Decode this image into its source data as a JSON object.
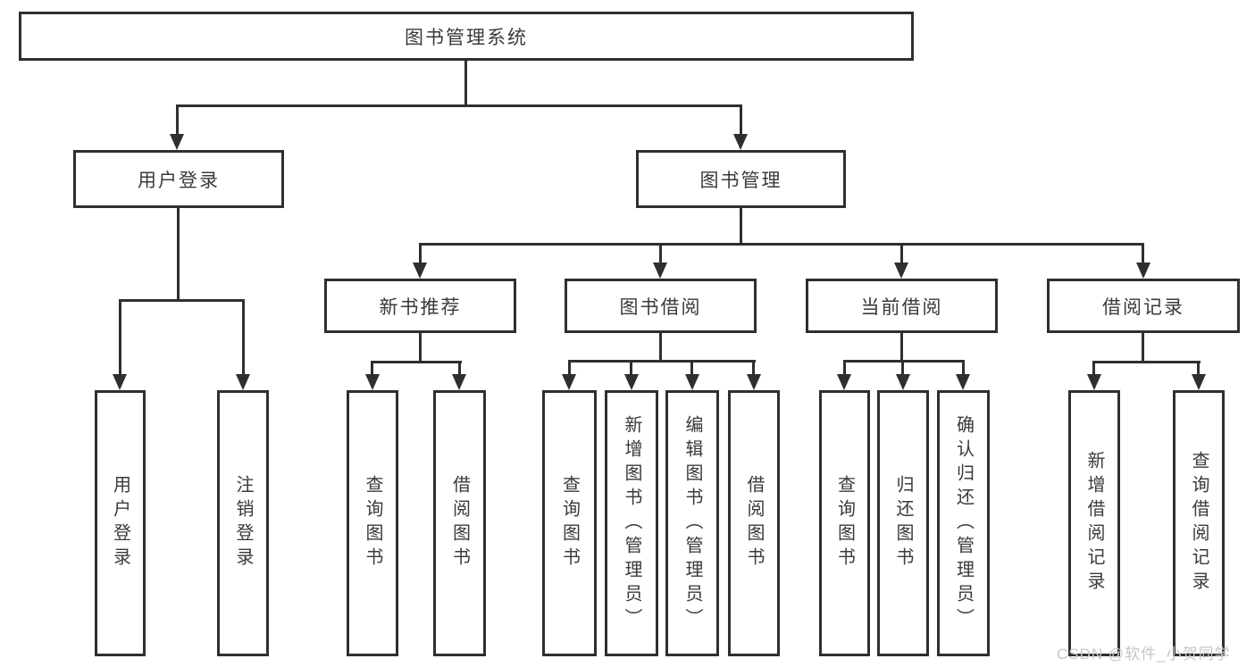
{
  "diagram": {
    "colors": {
      "line": "#2f2f2f",
      "text": "#3a3a3a",
      "watermark": "#c6c6c6",
      "bg": "#ffffff"
    },
    "root": {
      "label": "图书管理系统"
    },
    "branches": {
      "user_login": {
        "label": "用户登录",
        "children": {
          "user_login_action": {
            "label": "用户登录"
          },
          "logout": {
            "label": "注销登录"
          }
        }
      },
      "book_management": {
        "label": "图书管理",
        "children": {
          "new_book_recommend": {
            "label": "新书推荐",
            "children": {
              "query_book": {
                "label": "查询图书"
              },
              "borrow_book": {
                "label": "借阅图书"
              }
            }
          },
          "book_borrow": {
            "label": "图书借阅",
            "children": {
              "query_book": {
                "label": "查询图书"
              },
              "add_book_admin": {
                "label": "新增图书（管理员）"
              },
              "edit_book_admin": {
                "label": "编辑图书（管理员）"
              },
              "borrow_book": {
                "label": "借阅图书"
              }
            }
          },
          "current_borrow": {
            "label": "当前借阅",
            "children": {
              "query_book": {
                "label": "查询图书"
              },
              "return_book": {
                "label": "归还图书"
              },
              "confirm_return_admin": {
                "label": "确认归还（管理员）"
              }
            }
          },
          "borrow_record": {
            "label": "借阅记录",
            "children": {
              "add_borrow_record": {
                "label": "新增借阅记录"
              },
              "query_borrow_record": {
                "label": "查询借阅记录"
              }
            }
          }
        }
      }
    },
    "watermark": "CSDN @软件_小贺同学"
  }
}
